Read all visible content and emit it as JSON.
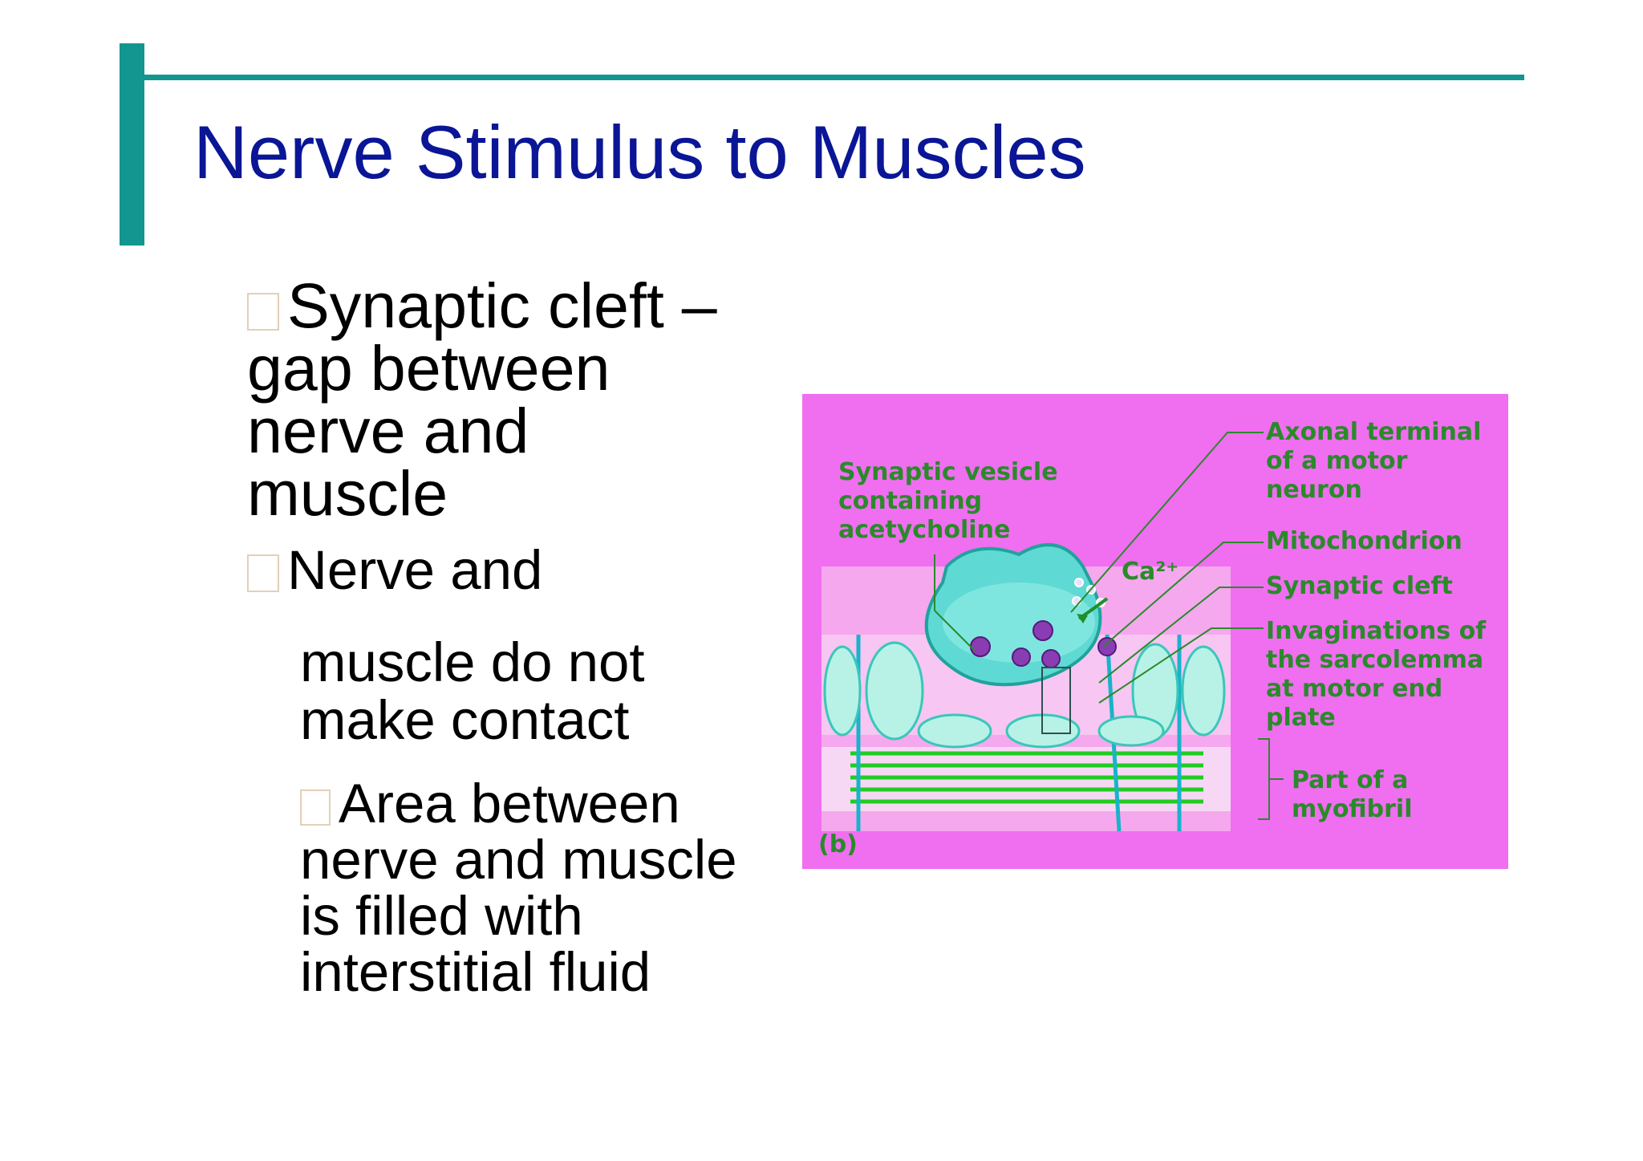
{
  "slide": {
    "title": "Nerve Stimulus to Muscles",
    "bullets": [
      {
        "text": "Synaptic cleft –",
        "cont": [
          "gap between",
          "nerve and",
          "muscle"
        ]
      },
      {
        "text": "Nerve and",
        "cont": [
          "muscle do not",
          "make contact"
        ]
      },
      {
        "text": "Area between",
        "cont": [
          "nerve and muscle",
          "is filled with",
          "interstitial fluid"
        ]
      }
    ]
  },
  "figure": {
    "panel_label": "(b)",
    "labels": {
      "vesicle": [
        "Synaptic vesicle",
        "containing",
        "acetycholine"
      ],
      "calcium": "Ca²⁺",
      "axonal": [
        "Axonal terminal",
        "of a motor",
        "neuron"
      ],
      "mito": "Mitochondrion",
      "cleft": "Synaptic cleft",
      "invag": [
        "Invaginations of",
        "the sarcolemma",
        "at motor end",
        "plate"
      ],
      "myofibril": [
        "Part of a",
        "myofibril"
      ]
    },
    "colors": {
      "background": "#f06ef0",
      "label": "#2a8a2a",
      "accent": "#12968f",
      "title": "#0a1696"
    }
  }
}
